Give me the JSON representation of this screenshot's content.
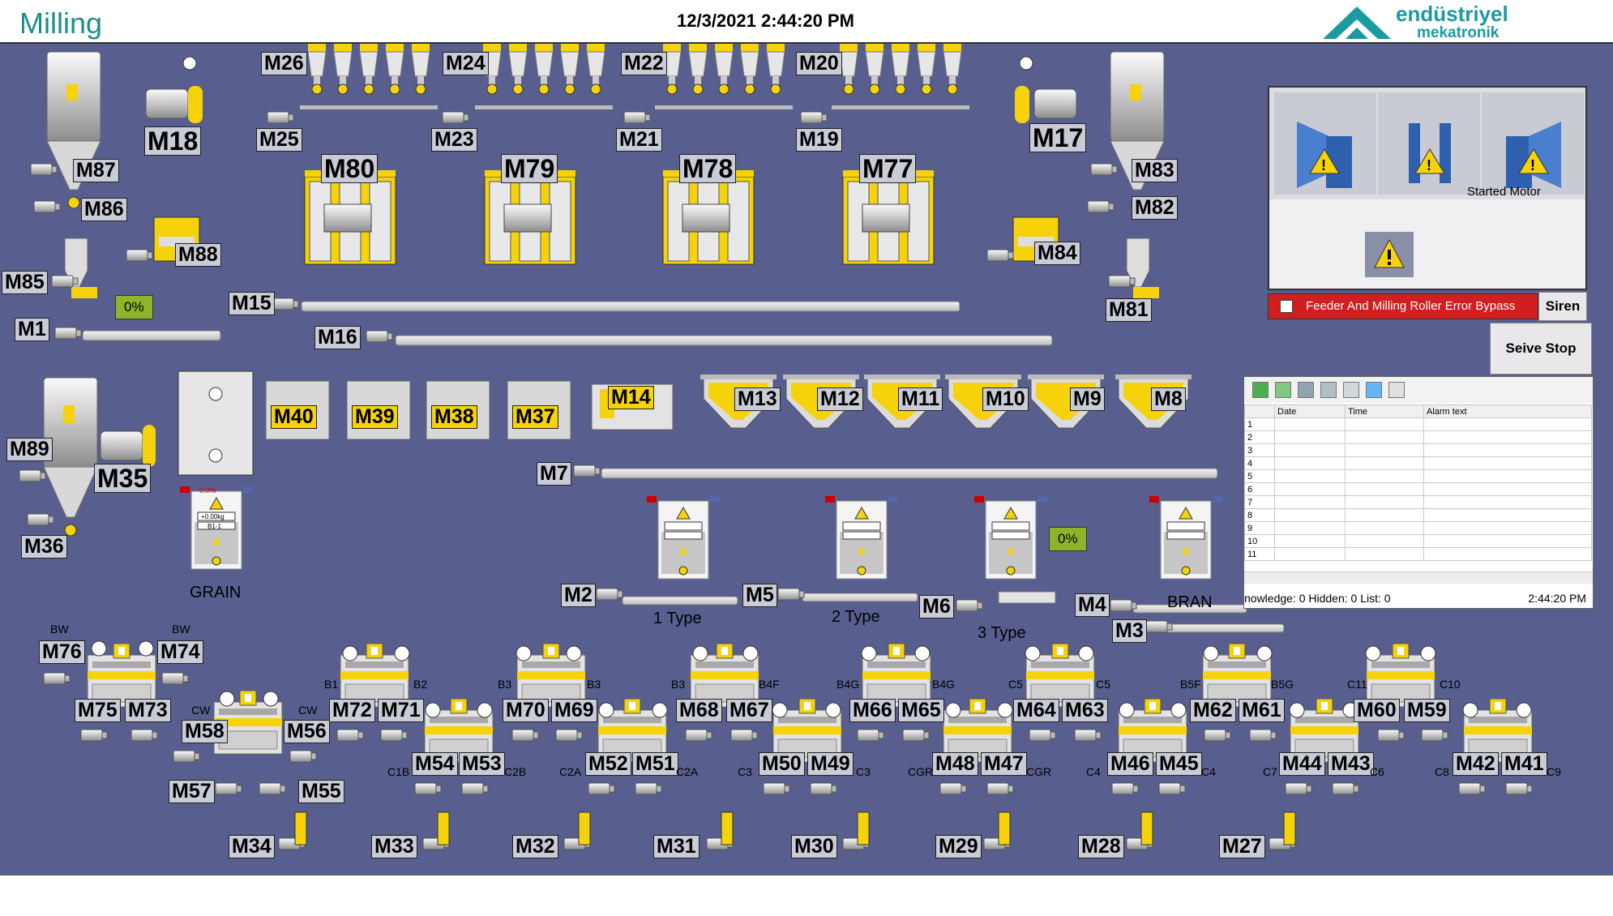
{
  "header": {
    "title": "Milling",
    "datetime": "12/3/2021 2:44:20 PM",
    "logo_line1": "endüstriyel",
    "logo_line2": "mekatronik"
  },
  "colors": {
    "background": "#585e8e",
    "accent": "#f5d20a",
    "alarm": "#d21e1e",
    "ok": "#8fb32a"
  },
  "motors": {
    "m1": "M1",
    "m2": "M2",
    "m3": "M3",
    "m4": "M4",
    "m5": "M5",
    "m6": "M6",
    "m7": "M7",
    "m8": "M8",
    "m9": "M9",
    "m10": "M10",
    "m11": "M11",
    "m12": "M12",
    "m13": "M13",
    "m14": "M14",
    "m15": "M15",
    "m16": "M16",
    "m17": "M17",
    "m18": "M18",
    "m19": "M19",
    "m20": "M20",
    "m21": "M21",
    "m22": "M22",
    "m23": "M23",
    "m24": "M24",
    "m25": "M25",
    "m26": "M26",
    "m27": "M27",
    "m28": "M28",
    "m29": "M29",
    "m30": "M30",
    "m31": "M31",
    "m32": "M32",
    "m33": "M33",
    "m34": "M34",
    "m35": "M35",
    "m36": "M36",
    "m37": "M37",
    "m38": "M38",
    "m39": "M39",
    "m40": "M40",
    "m41": "M41",
    "m42": "M42",
    "m43": "M43",
    "m44": "M44",
    "m45": "M45",
    "m46": "M46",
    "m47": "M47",
    "m48": "M48",
    "m49": "M49",
    "m50": "M50",
    "m51": "M51",
    "m52": "M52",
    "m53": "M53",
    "m54": "M54",
    "m55": "M55",
    "m56": "M56",
    "m57": "M57",
    "m58": "M58",
    "m59": "M59",
    "m60": "M60",
    "m61": "M61",
    "m62": "M62",
    "m63": "M63",
    "m64": "M64",
    "m65": "M65",
    "m66": "M66",
    "m67": "M67",
    "m68": "M68",
    "m69": "M69",
    "m70": "M70",
    "m71": "M71",
    "m72": "M72",
    "m73": "M73",
    "m74": "M74",
    "m75": "M75",
    "m76": "M76",
    "m77": "M77",
    "m78": "M78",
    "m79": "M79",
    "m80": "M80",
    "m81": "M81",
    "m82": "M82",
    "m83": "M83",
    "m84": "M84",
    "m85": "M85",
    "m86": "M86",
    "m87": "M87",
    "m88": "M88",
    "m89": "M89"
  },
  "percent_left": "0%",
  "percent_right": "0%",
  "silos": {
    "grain": "GRAIN",
    "t1": "1 Type",
    "t2": "2 Type",
    "t3": "3 Type",
    "bran": "BRAN"
  },
  "scale": {
    "pct_a": "0.0%",
    "weight": "+0.00kg",
    "code": "B1-1"
  },
  "roll_labels": {
    "bw1": "BW",
    "bw2": "BW",
    "cw1": "CW",
    "cw2": "CW",
    "b1": "B1",
    "b2": "B2",
    "c1b": "C1B",
    "c2b": "C2B",
    "b3a": "B3",
    "b3b": "B3",
    "c2a1": "C2A",
    "c2a2": "C2A",
    "b3c": "B3",
    "b4f": "B4F",
    "c3a": "C3",
    "c3b": "C3",
    "b4g1": "B4G",
    "b4g2": "B4G",
    "cgr1": "CGR",
    "cgr2": "CGR",
    "c5a": "C5",
    "c5b": "C5",
    "c4a": "C4",
    "c4b": "C4",
    "b5f": "B5F",
    "b5g": "B5G",
    "c7": "C7",
    "c6": "C6",
    "c11": "C11",
    "c10": "C10",
    "c8": "C8",
    "c9": "C9"
  },
  "motor_panel": {
    "caption": "Started Motor"
  },
  "bypass_label": "Feeder And Milling Roller Error Bypass",
  "siren_label": "Siren",
  "seive_stop_label": "Seive Stop",
  "alarm": {
    "columns": [
      "Date",
      "Time",
      "Alarm text"
    ],
    "rows": [
      "1",
      "2",
      "3",
      "4",
      "5",
      "6",
      "7",
      "8",
      "9",
      "10",
      "11"
    ],
    "status": "nowledge: 0  Hidden: 0  List: 0",
    "time": "2:44:20 PM"
  }
}
